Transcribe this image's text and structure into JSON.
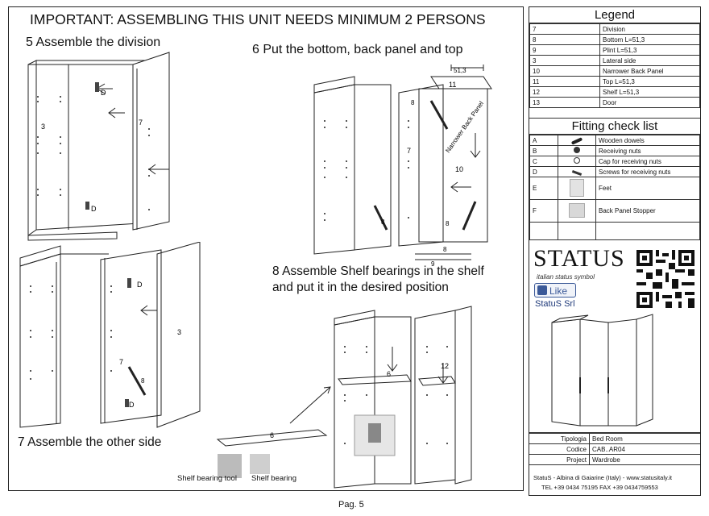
{
  "header": {
    "title": "IMPORTANT: ASSEMBLING THIS UNIT NEEDS MINIMUM 2 PERSONS"
  },
  "steps": {
    "s5": "5 Assemble the division",
    "s6": "6 Put the bottom, back panel and top",
    "s7": "7 Assemble the other side",
    "s8_line1": "8 Assemble Shelf bearings in the shelf",
    "s8_line2": "and put it in the desired position"
  },
  "diagram_labels": {
    "d": "D",
    "n3": "3",
    "n7": "7",
    "n8": "8",
    "n9": "9",
    "n10": "10",
    "n11": "11",
    "n12": "12",
    "n6": "6",
    "dim": "51,3",
    "narrower": "Narrower Back Panel",
    "tool": "Shelf bearing tool",
    "bearing": "Shelf bearing"
  },
  "legend": {
    "title": "Legend",
    "rows": [
      {
        "num": "7",
        "name": "Division"
      },
      {
        "num": "8",
        "name": "Bottom L=51,3"
      },
      {
        "num": "9",
        "name": "Plint L=51,3"
      },
      {
        "num": "3",
        "name": "Lateral side"
      },
      {
        "num": "10",
        "name": "Narrower Back Panel"
      },
      {
        "num": "11",
        "name": "Top L=51,3"
      },
      {
        "num": "12",
        "name": "Shelf L=51,3"
      },
      {
        "num": "13",
        "name": "Door"
      }
    ]
  },
  "fitting": {
    "title": "Fitting check list",
    "rows": [
      {
        "code": "A",
        "name": "Wooden dowels",
        "icon": "dowel-icon"
      },
      {
        "code": "B",
        "name": "Receiving nuts",
        "icon": "nut-icon"
      },
      {
        "code": "C",
        "name": "Cap for receiving nuts",
        "icon": "cap-icon"
      },
      {
        "code": "D",
        "name": "Screws for receiving nuts",
        "icon": "screw-icon"
      },
      {
        "code": "E",
        "name": "Feet",
        "icon": "foot-icon"
      },
      {
        "code": "F",
        "name": "Back Panel Stopper",
        "icon": "stopper-icon"
      }
    ]
  },
  "brand": {
    "logo": "STATUS",
    "tagline": "italian status symbol",
    "like": "Like",
    "company": "StatuS Srl"
  },
  "info": {
    "rows": [
      {
        "label": "Tipologia",
        "value": "Bed Room"
      },
      {
        "label": "Codice",
        "value": "CAB..AR04"
      },
      {
        "label": "Project",
        "value": "Wardrobe"
      }
    ],
    "address": "StatuS - Albina di Gaiarine (Italy) - www.statusitaly.it",
    "phone": "TEL +39 0434 75195  FAX +39 0434759553"
  },
  "footer": {
    "page": "Pag. 5"
  },
  "colors": {
    "like_blue": "#3b5998",
    "line": "#222222"
  }
}
